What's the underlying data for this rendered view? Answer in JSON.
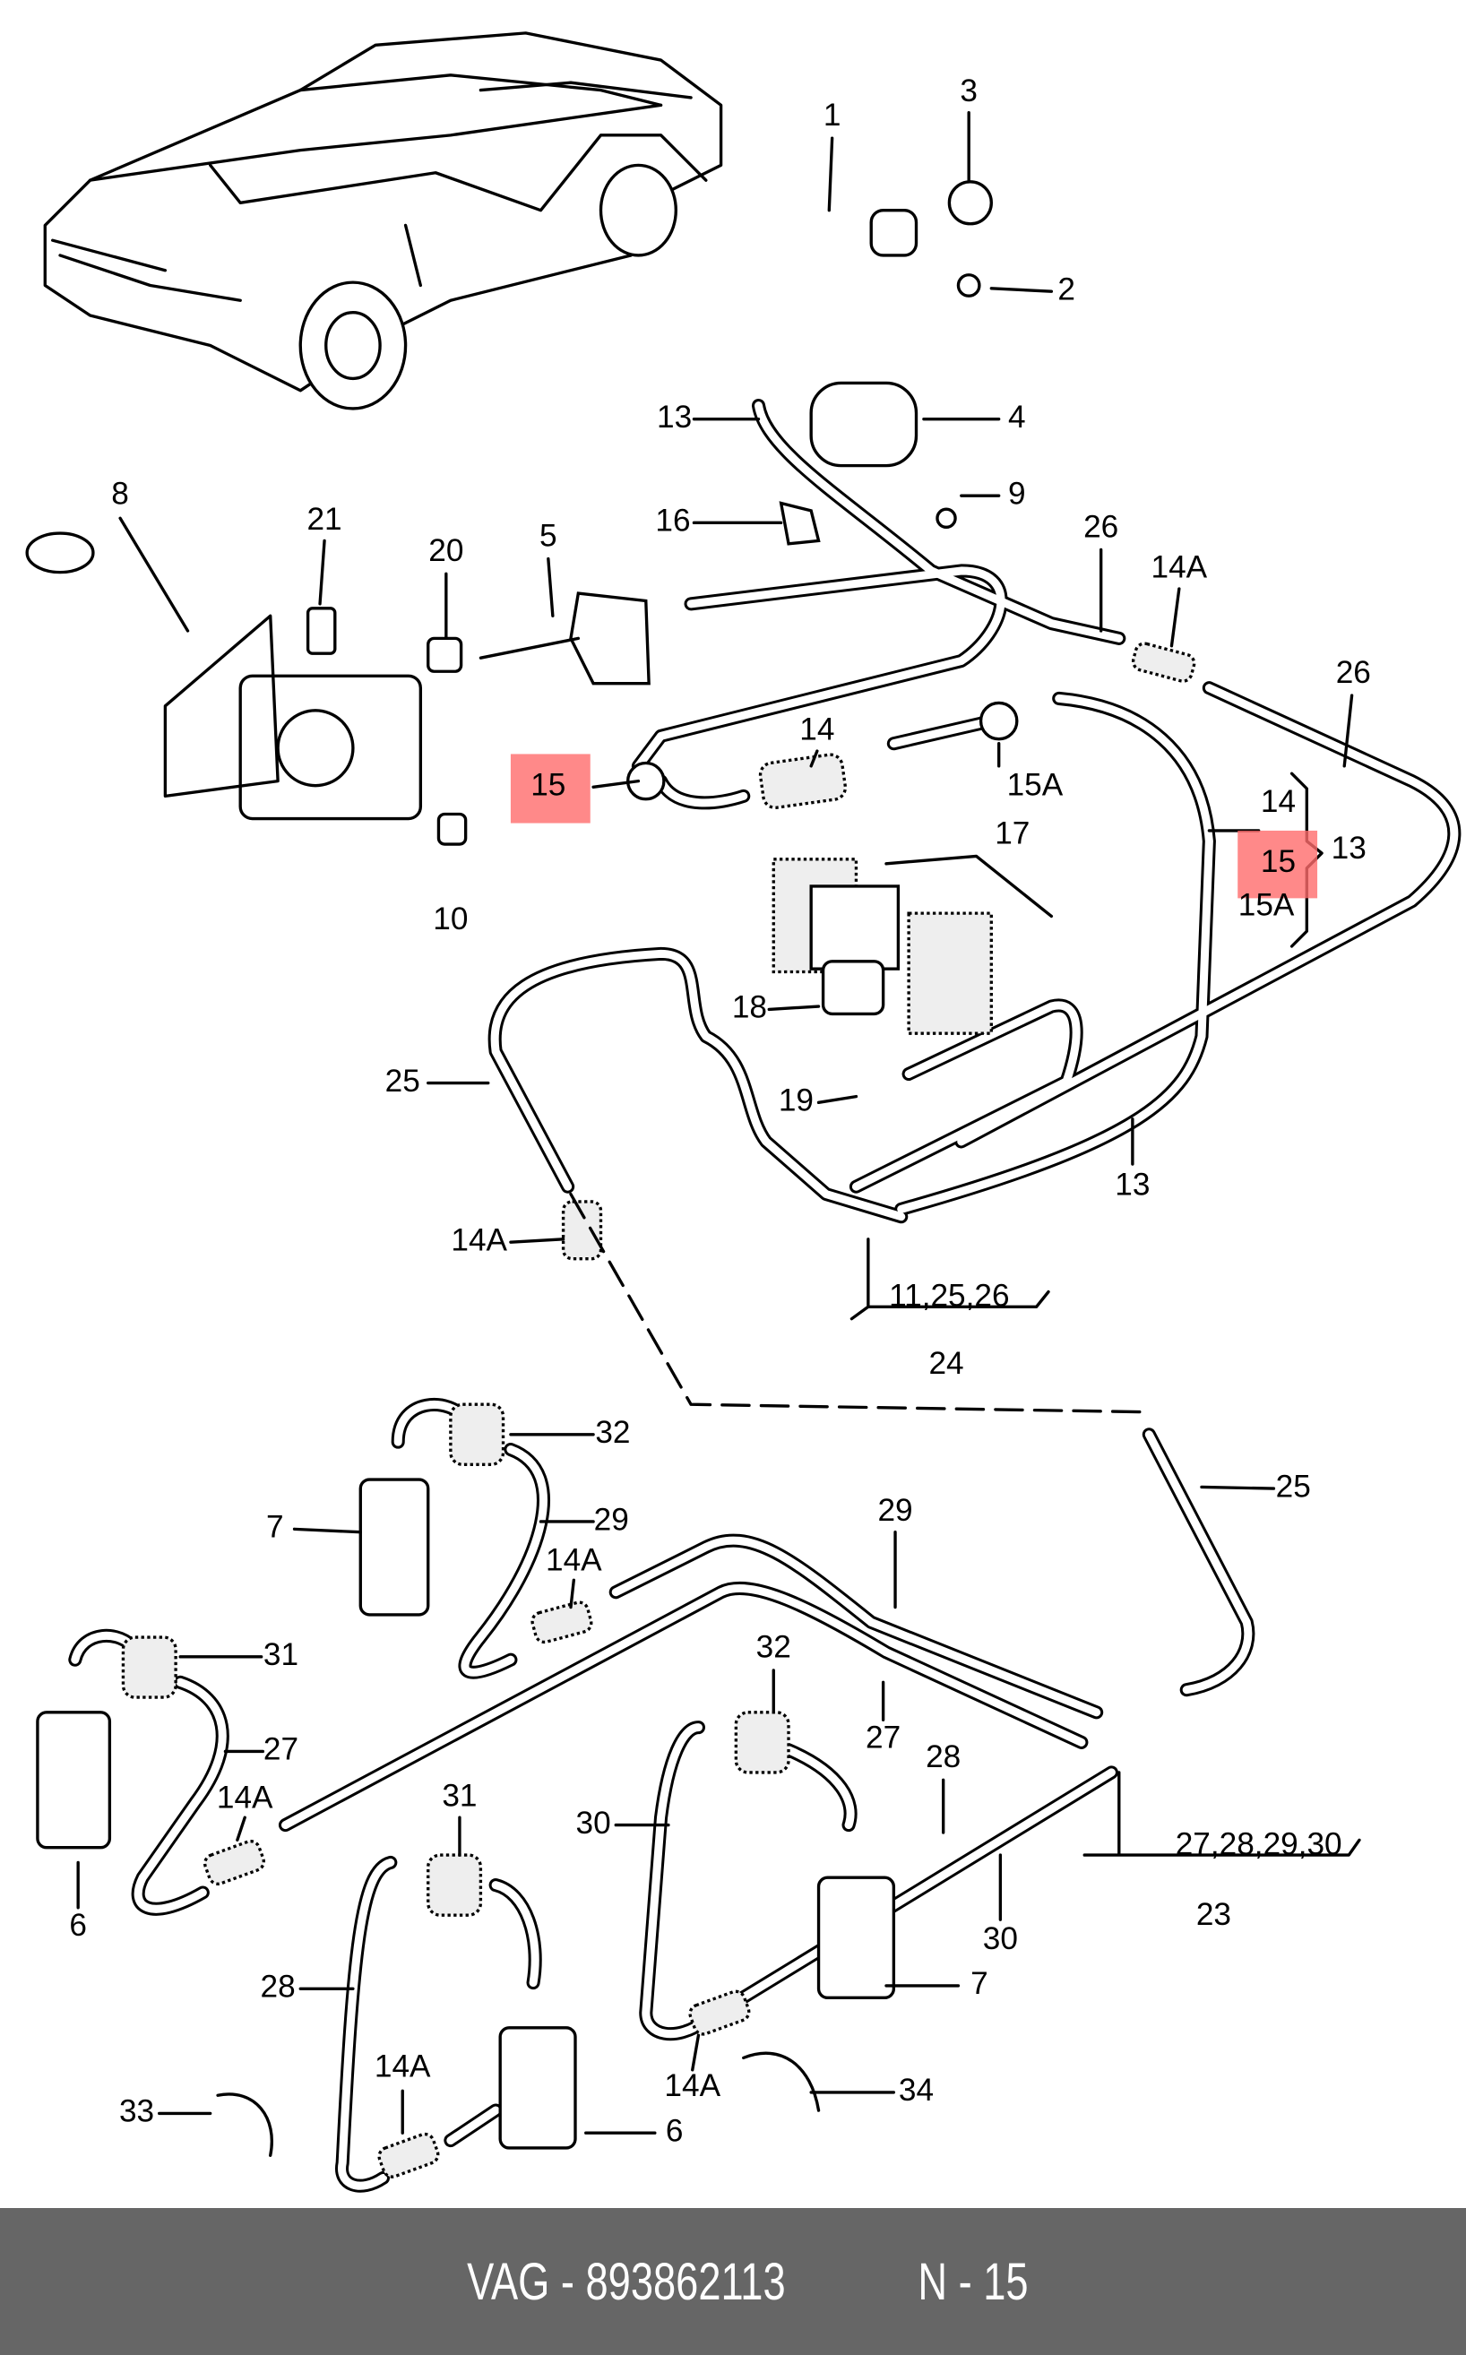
{
  "diagram": {
    "highlight_color": "#ff6b6b",
    "highlighted_part": "15",
    "labels": [
      "1",
      "3",
      "2",
      "4",
      "13",
      "9",
      "16",
      "8",
      "21",
      "20",
      "5",
      "26",
      "14A",
      "26",
      "14",
      "15",
      "15A",
      "14",
      "15",
      "13",
      "15A",
      "17",
      "18",
      "19",
      "25",
      "13",
      "14A",
      "11,25,26",
      "24",
      "10",
      "32",
      "25",
      "7",
      "29",
      "14A",
      "29",
      "31",
      "32",
      "27",
      "27",
      "14A",
      "28",
      "31",
      "30",
      "27,28,29,30",
      "23",
      "6",
      "30",
      "28",
      "7",
      "14A",
      "33",
      "14A",
      "6",
      "34"
    ]
  },
  "footer": {
    "part_number": "VAG - 893862113",
    "position": "N - 15"
  }
}
